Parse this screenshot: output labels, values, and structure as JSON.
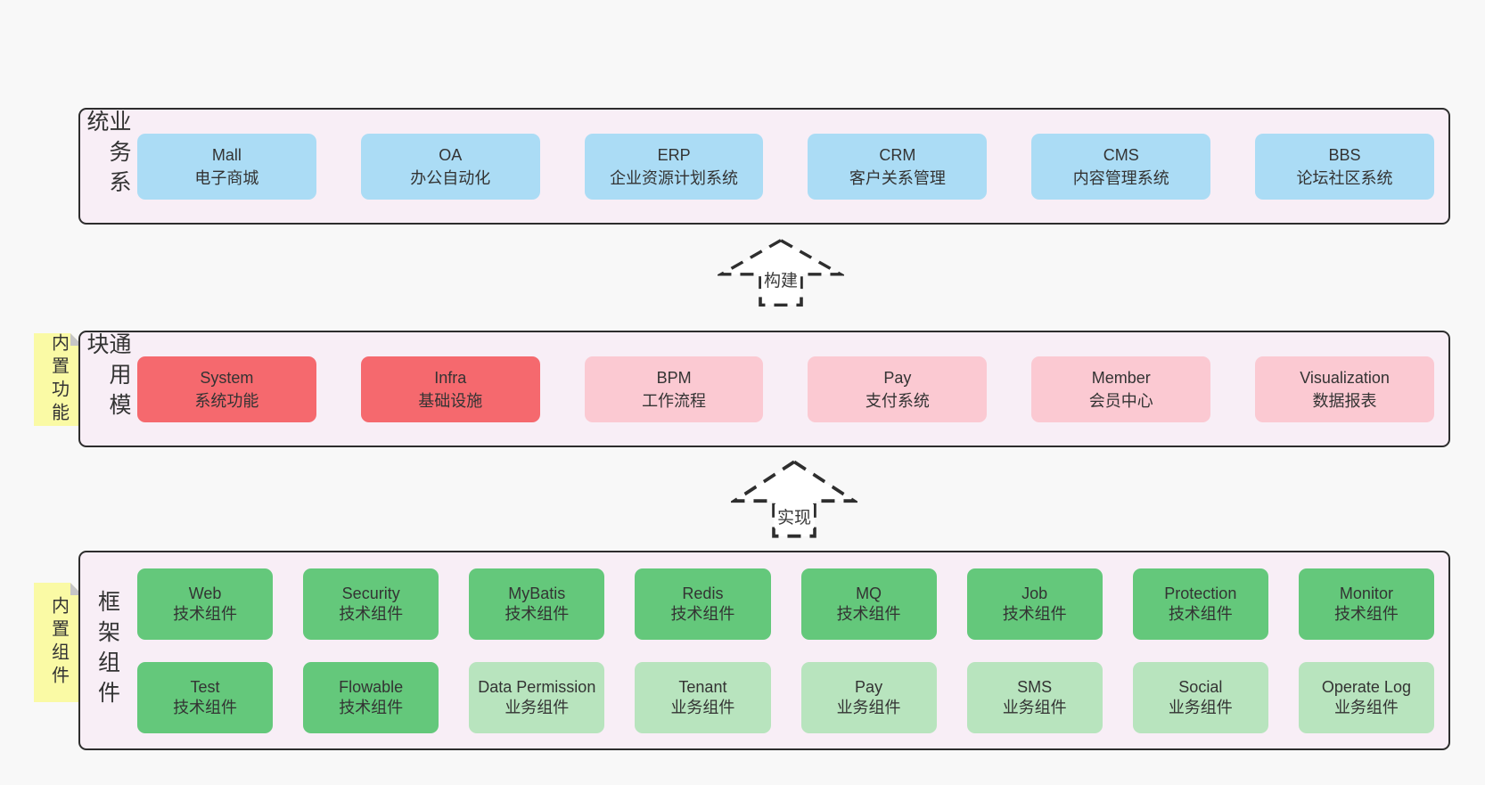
{
  "arrows": {
    "build": "构建",
    "implement": "实现"
  },
  "stickies": {
    "functions": "内置功能",
    "components": "内置组件"
  },
  "colors": {
    "page_bg": "#f8f8f8",
    "band_bg": "#f8eef6",
    "band_border": "#2d2d2d",
    "blue": "#abdcf5",
    "red": "#f5696e",
    "pink": "#fbc9d2",
    "green": "#64c87b",
    "light_green": "#b8e4be",
    "sticky_yellow": "#fafaa5",
    "text": "#333333"
  },
  "bands": {
    "business": {
      "label": "业务系统",
      "boxes": [
        {
          "name": "Mall",
          "desc": "电子商城",
          "variant": "blue"
        },
        {
          "name": "OA",
          "desc": "办公自动化",
          "variant": "blue"
        },
        {
          "name": "ERP",
          "desc": "企业资源计划系统",
          "variant": "blue"
        },
        {
          "name": "CRM",
          "desc": "客户关系管理",
          "variant": "blue"
        },
        {
          "name": "CMS",
          "desc": "内容管理系统",
          "variant": "blue"
        },
        {
          "name": "BBS",
          "desc": "论坛社区系统",
          "variant": "blue"
        }
      ]
    },
    "modules": {
      "label": "通用模块",
      "boxes": [
        {
          "name": "System",
          "desc": "系统功能",
          "variant": "red"
        },
        {
          "name": "Infra",
          "desc": "基础设施",
          "variant": "red"
        },
        {
          "name": "BPM",
          "desc": "工作流程",
          "variant": "pink"
        },
        {
          "name": "Pay",
          "desc": "支付系统",
          "variant": "pink"
        },
        {
          "name": "Member",
          "desc": "会员中心",
          "variant": "pink"
        },
        {
          "name": "Visualization",
          "desc": "数据报表",
          "variant": "pink"
        }
      ]
    },
    "framework": {
      "label": "框架组件",
      "row1": [
        {
          "name": "Web",
          "desc": "技术组件",
          "variant": "green"
        },
        {
          "name": "Security",
          "desc": "技术组件",
          "variant": "green"
        },
        {
          "name": "MyBatis",
          "desc": "技术组件",
          "variant": "green"
        },
        {
          "name": "Redis",
          "desc": "技术组件",
          "variant": "green"
        },
        {
          "name": "MQ",
          "desc": "技术组件",
          "variant": "green"
        },
        {
          "name": "Job",
          "desc": "技术组件",
          "variant": "green"
        },
        {
          "name": "Protection",
          "desc": "技术组件",
          "variant": "green"
        },
        {
          "name": "Monitor",
          "desc": "技术组件",
          "variant": "green"
        }
      ],
      "row2": [
        {
          "name": "Test",
          "desc": "技术组件",
          "variant": "green"
        },
        {
          "name": "Flowable",
          "desc": "技术组件",
          "variant": "green"
        },
        {
          "name": "Data Permission",
          "desc": "业务组件",
          "variant": "lightgreen"
        },
        {
          "name": "Tenant",
          "desc": "业务组件",
          "variant": "lightgreen"
        },
        {
          "name": "Pay",
          "desc": "业务组件",
          "variant": "lightgreen"
        },
        {
          "name": "SMS",
          "desc": "业务组件",
          "variant": "lightgreen"
        },
        {
          "name": "Social",
          "desc": "业务组件",
          "variant": "lightgreen"
        },
        {
          "name": "Operate Log",
          "desc": "业务组件",
          "variant": "lightgreen"
        }
      ]
    }
  }
}
